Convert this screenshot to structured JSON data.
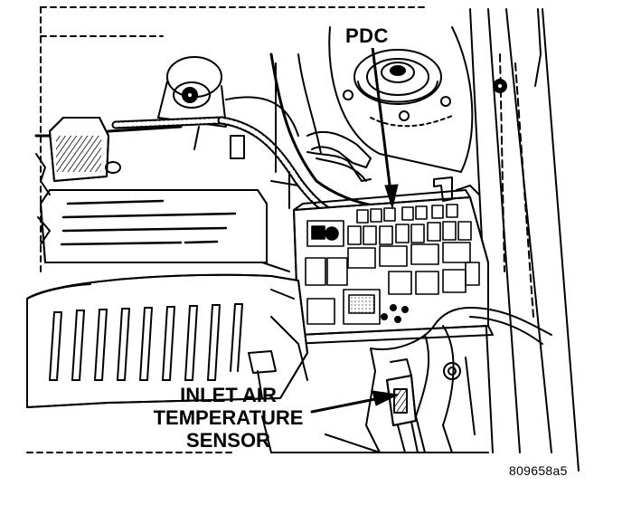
{
  "labels": {
    "pdc": "PDC",
    "sensor_line1": "INLET AIR",
    "sensor_line2": "TEMPERATURE",
    "sensor_line3": "SENSOR",
    "figure_number": "809658a5"
  },
  "colors": {
    "ink": "#000000",
    "paper": "#ffffff"
  }
}
